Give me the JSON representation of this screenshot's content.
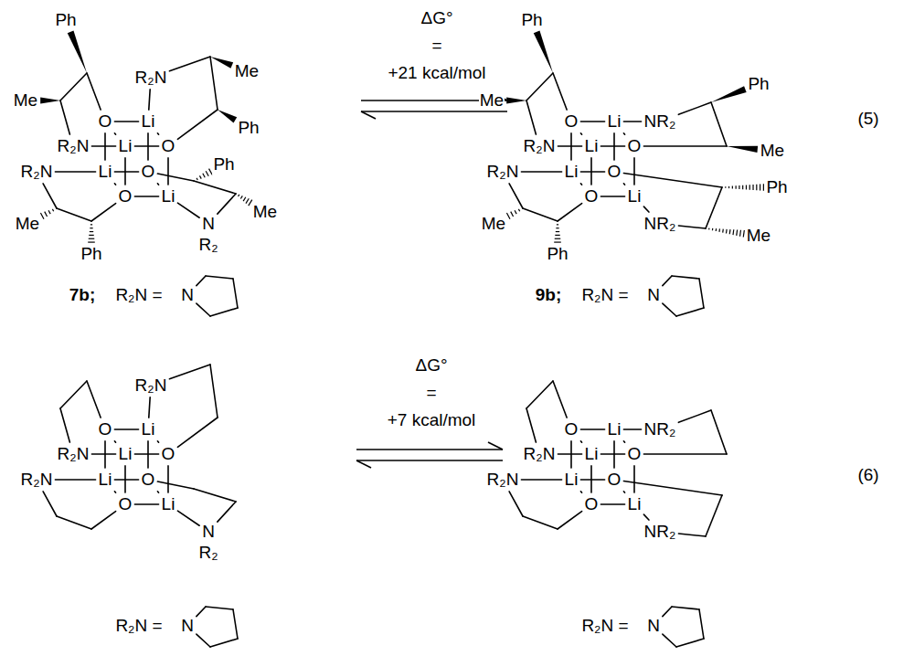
{
  "diagram": {
    "labels": [
      "Ph",
      "Me",
      "O",
      "Li",
      "R₂N",
      "Me",
      "Ph",
      "O",
      "R₂N",
      "Li",
      "R₂N",
      "Li",
      "O",
      "O",
      "Li",
      "Ph",
      "Me",
      "N",
      "R₂",
      "Me",
      "Ph",
      "7b;",
      "R₂N =",
      "N",
      "ΔG°",
      "=",
      "+21 kcal/mol",
      "Ph",
      "Me",
      "O",
      "Li",
      "NR₂",
      "Ph",
      "Me",
      "O",
      "R₂N",
      "Li",
      "R₂N",
      "Li",
      "O",
      "O",
      "Li",
      "Ph",
      "Me",
      "NR₂",
      "Me",
      "Ph",
      "9b;",
      "R₂N =",
      "N",
      "(5)",
      "R₂N",
      "O",
      "Li",
      "O",
      "R₂N",
      "Li",
      "R₂N",
      "Li",
      "O",
      "O",
      "Li",
      "N",
      "R₂",
      "R₂N =",
      "N",
      "ΔG°",
      "=",
      "+7 kcal/mol",
      "O",
      "Li",
      "NR₂",
      "O",
      "R₂N",
      "Li",
      "R₂N",
      "Li",
      "O",
      "O",
      "Li",
      "NR₂",
      "R₂N =",
      "N",
      "(6)"
    ]
  }
}
